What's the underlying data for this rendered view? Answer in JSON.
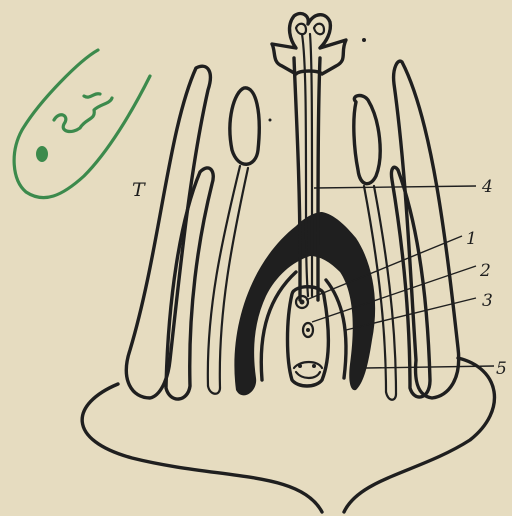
{
  "figure": {
    "letter": "T",
    "labels": [
      "4",
      "1",
      "2",
      "3",
      "5"
    ]
  },
  "colors": {
    "paper": "#e6dcc0",
    "ink": "#1f1f1f",
    "pollen_tube_green": "#3c8a4c"
  }
}
